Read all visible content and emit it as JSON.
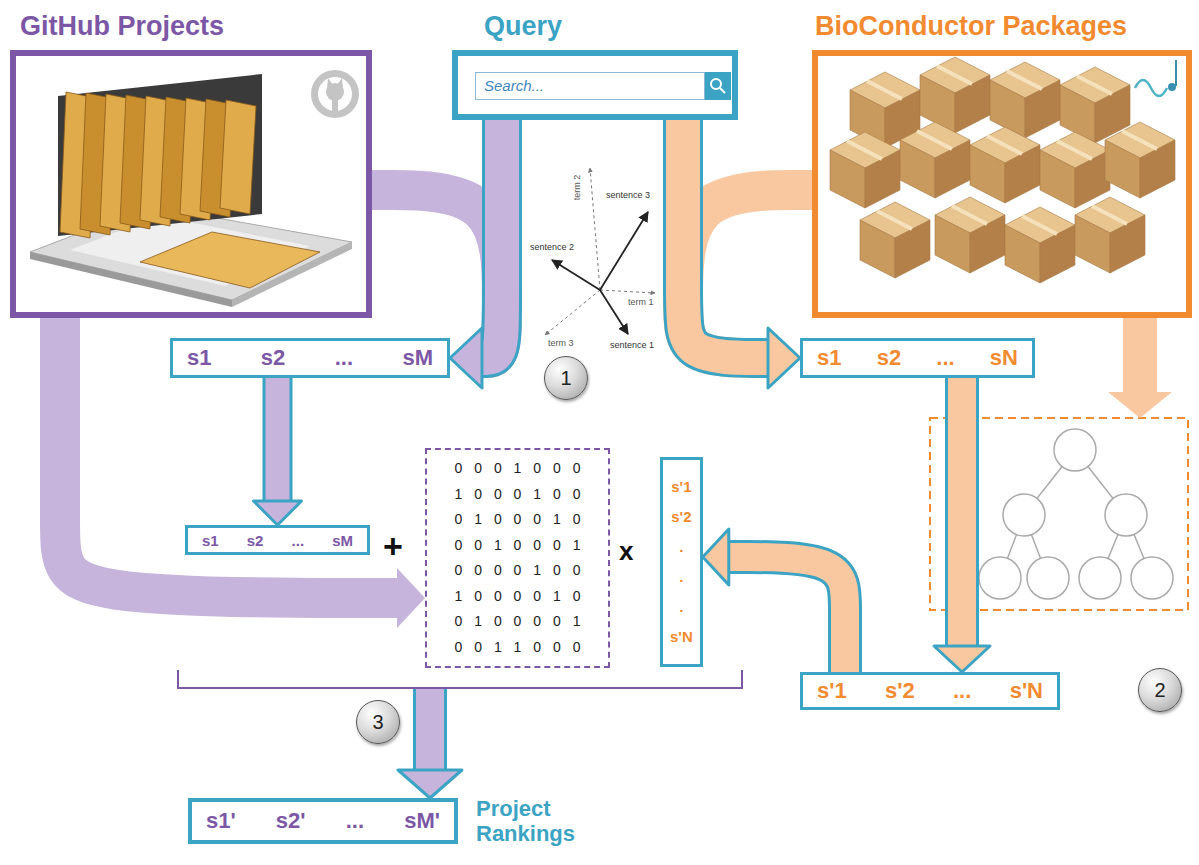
{
  "diagram": {
    "nodes": [
      {
        "text": [
          "GitHub Projects"
        ]
      },
      {
        "text": [
          "Query"
        ]
      },
      {
        "text": [
          "Search..."
        ],
        "in": 1
      },
      {
        "text": [
          "BioConductor Packages"
        ]
      },
      {
        "text": [
          "s1 s2 ... sM"
        ]
      },
      {
        "text": [
          "1"
        ]
      },
      {
        "text": [
          "s1 s2 ... sN"
        ]
      },
      {
        "text": [
          "s1 s2 ... sM"
        ]
      },
      {
        "text": [
          "0 0 0 1 0 0 0",
          "1 0 0 0 1 0 0",
          "0 1 0 0 0 1 0",
          "0 0 1 0 0 0 1",
          "0 0 0 0 1 0 0",
          "1 0 0 0 0 1 0",
          "0 1 0 0 0 0 1",
          "0 0 1 1 0 0 0"
        ]
      },
      {
        "text": [
          "s'1 s'2 . . . s'N"
        ]
      },
      {
        "text": [
          "2"
        ]
      },
      {
        "text": [
          "s'1 s'2 ... s'N"
        ]
      },
      {
        "text": [
          "3"
        ]
      },
      {
        "text": [
          "s1' s2' ... sM'",
          "Project Rankings"
        ]
      }
    ],
    "edges": [
      {
        "from": 1,
        "to": 4,
        "arrow": "to"
      },
      {
        "from": 0,
        "to": 4,
        "arrow": "to"
      },
      {
        "from": 1,
        "to": 6,
        "arrow": "to"
      },
      {
        "from": 3,
        "to": 6,
        "arrow": "to"
      },
      {
        "from": 4,
        "to": 7,
        "arrow": "to"
      },
      {
        "from": 0,
        "to": 8,
        "arrow": "to"
      },
      {
        "from": 6,
        "to": 11,
        "arrow": "to"
      },
      {
        "from": 11,
        "to": 9,
        "arrow": "to"
      }
    ],
    "labels": [
      "+",
      "x",
      "term 2",
      "sentence 2",
      "sentence 3",
      "term 1",
      "term 3",
      "sentence 1"
    ]
  }
}
